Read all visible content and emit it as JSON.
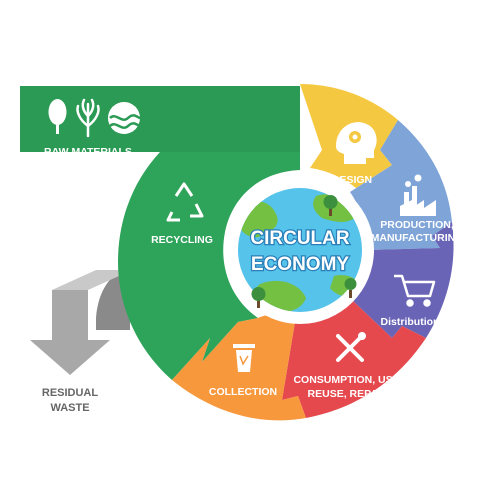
{
  "center": {
    "line1": "CIRCULAR",
    "line2": "ECONOMY"
  },
  "raw_materials": {
    "label": "RAW MATERIALS"
  },
  "segments": {
    "design": {
      "label": "DESIGN",
      "color": "#f5c842"
    },
    "production": {
      "line1": "PRODUCTION,",
      "line2": "MANUFACTURING",
      "color": "#7fa4d8"
    },
    "distribution": {
      "label": "Distribution",
      "color": "#6a64b6"
    },
    "consumption": {
      "line1": "CONSUMPTION, USE,",
      "line2": "REUSE, REPAIR",
      "color": "#e5484d"
    },
    "collection": {
      "label": "COLLECTION",
      "color": "#f7983d"
    },
    "recycling": {
      "label": "RECYCLING",
      "color": "#2ea35a"
    }
  },
  "residual": {
    "line1": "RESIDUAL",
    "line2": "WASTE"
  },
  "colors": {
    "green": "#2ea35a",
    "gray_arrow": "#9a9a9a",
    "globe_ocean": "#56c3ea",
    "globe_land": "#74c043"
  }
}
